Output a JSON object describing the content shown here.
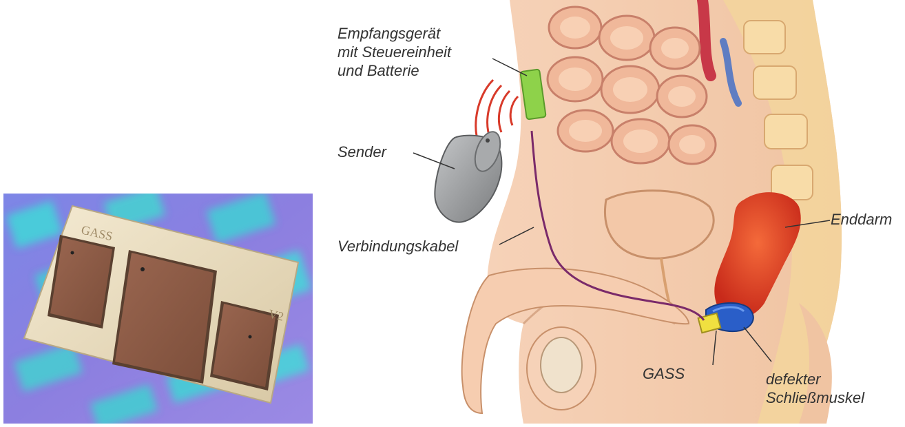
{
  "photo": {
    "chip_marking_left": "GASS",
    "chip_marking_right": "V2"
  },
  "labels": {
    "receiver_line1": "Empfangsgerät",
    "receiver_line2": "mit Steuereinheit",
    "receiver_line3": "und Batterie",
    "sender": "Sender",
    "cable": "Verbindungskabel",
    "rectum": "Enddarm",
    "gass": "GASS",
    "sphincter_line1": "defekter",
    "sphincter_line2": "Schließmuskel"
  },
  "colors": {
    "label_text": "#333333",
    "chip_frame": "#e8dcc0",
    "chip_pad": "#8a5a44",
    "wafer_purple": "#8a82e0",
    "wafer_cyan": "#3fd4d4",
    "receiver_green": "#8ed24a",
    "signal_red": "#d83a2a",
    "rectum_red": "#e8442a",
    "implant_blue": "#2a5ec8",
    "gass_yellow": "#f0e040",
    "cable_purple": "#7a2a6a"
  }
}
